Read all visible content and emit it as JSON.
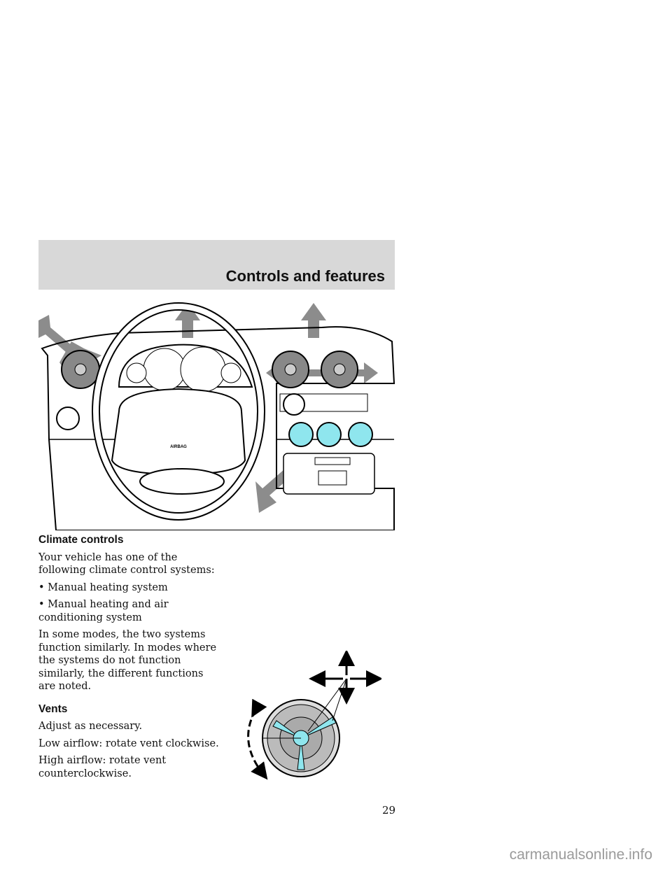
{
  "header": {
    "title": "Controls and features"
  },
  "figure_dashboard": {
    "airbag_label": "AIRBAG"
  },
  "section1": {
    "heading": "Climate controls",
    "intro": "Your vehicle has one of the following climate control systems:",
    "bullets": [
      "Manual heating system",
      "Manual heating and air conditioning system"
    ],
    "note": "In some modes, the two systems function similarly. In modes where the systems do not function similarly, the different functions are noted."
  },
  "section2": {
    "heading": "Vents",
    "p1": "Adjust as necessary.",
    "p2": "Low airflow: rotate vent clockwise.",
    "p3": "High airflow: rotate vent counterclockwise."
  },
  "footer": {
    "page_number": "29",
    "watermark": "carmanualsonline.info"
  },
  "colors": {
    "header_band": "#d8d8d8",
    "vent_highlight": "#8fe6ee",
    "arrow_gray": "#8c8c8c"
  }
}
